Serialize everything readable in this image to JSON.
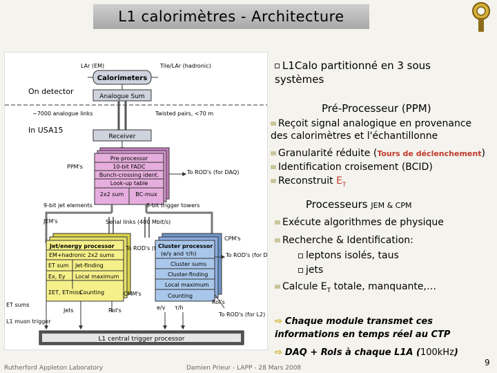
{
  "slide": {
    "title": "L1 calorimètres - Architecture",
    "page_number": "9",
    "footer_left": "Rutherford Appleton Laboratory",
    "footer_middle": "Damien Prieur - LAPP - 28 Mars 2008"
  },
  "right": {
    "intro_line1": "L1Calo partitionné en 3 sous",
    "intro_line2": "systèmes",
    "ppm_heading": "Pré-Processeur (PPM)",
    "ppm_b1_line1": "Reçoit signal analogique en provenance",
    "ppm_b1_line2": "des calorimètres et l'échantillonne",
    "ppm_b2_pre": "Granularité réduite (",
    "ppm_b2_highlight": "Tours de déclenchement",
    "ppm_b2_post": ")",
    "ppm_b3": "Identification croisement (BCID)",
    "ppm_b4_pre": "Reconstruit ",
    "ppm_b4_et": "E",
    "ppm_b4_sub": "T",
    "proc_heading": "Processeurs",
    "proc_heading_small": "JEM & CPM",
    "proc_b1": "Exécute algorithmes de physique",
    "proc_b2": "Recherche & Identification:",
    "proc_sub1": "leptons isolés, taus",
    "proc_sub2": "jets",
    "proc_b3_pre": "Calcule E",
    "proc_b3_sub": "T",
    "proc_b3_post": " totale, manquante,…",
    "note1_line1": "Chaque module transmet ces",
    "note1_line2": "informations en temps réel au CTP",
    "note2_pre": "DAQ + RoIs à chaque L1A (",
    "note2_freq": "100kHz",
    "note2_post": ")"
  },
  "diagram": {
    "lar_em": "LAr (EM)",
    "tile_lar": "Tile/LAr (hadronic)",
    "calorimeters": "Calorimeters",
    "on_detector": "On detector",
    "analogue_sum": "Analogue Sum",
    "analogue_links": "~7000 analogue links",
    "twisted_pairs": "Twisted pairs, <70 m",
    "in_usa15": "In USA15",
    "receiver": "Receiver",
    "ppms": "PPM's",
    "pre_processor": "Pre-processor",
    "fadc": "10-bit FADC",
    "bcid": "Bunch-crossing ident.",
    "lut": "Look-up table",
    "sum2x2": "2x2 sum",
    "bc_mux": "BC-mux",
    "to_rods_daq": "To ROD's (for DAQ)",
    "jet_elements": "9-bit jet elements",
    "trigger_towers": "8-bit trigger towers",
    "serial_links": "Serial links (400 Mbit/s)",
    "jems": "JEM's",
    "cpms": "CPM's",
    "jet_energy_proc": "Jet/energy processor",
    "em_hadronic": "EM+hadronic 2x2 sums",
    "et_sum": "ET sum",
    "jet_finding": "Jet-finding",
    "ex_ey": "Ex, Ey",
    "local_max1": "Local maximum",
    "sum_et": "ΣET, ETmiss",
    "counting1": "Counting",
    "to_rods_mid": "To ROD's (for DAQ)",
    "cluster_proc": "Cluster processor",
    "cluster_sub": "(e/γ and τ/h)",
    "cluster_sums": "Cluster sums",
    "cluster_finding": "Cluster-finding",
    "local_max2": "Local maximum",
    "counting2": "Counting",
    "to_rods_right": "To ROD's (for DAQ)",
    "cmms": "CMM's",
    "et_sums": "ET sums",
    "jets": "Jets",
    "rois1": "RoI's",
    "egamma": "e/γ",
    "tauh": "τ/h",
    "rois2": "RoI's",
    "to_rods_l2": "To ROD's (for L2)",
    "l1_muon": "L1 muon trigger",
    "ctp": "L1 central trigger processor"
  },
  "colors": {
    "box_pink": "#e6aede",
    "box_pink_stack": "#c77fbf",
    "box_yellow": "#f5f08a",
    "box_yellow_stack": "#d8d24a",
    "box_blue": "#a9c7ea",
    "box_blue_stack": "#6f95c7",
    "box_gray": "#cfd3dd",
    "ctp_gray": "#555555",
    "accent_arrow": "#c8a200",
    "highlight_red": "#c0392b"
  }
}
